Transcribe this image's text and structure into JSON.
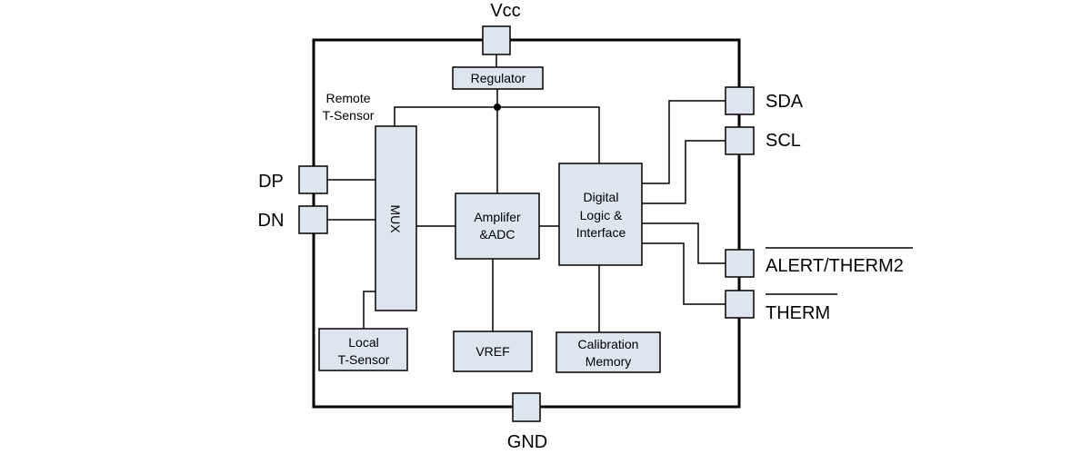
{
  "pins": {
    "vcc": "Vcc",
    "gnd": "GND",
    "dp": "DP",
    "dn": "DN",
    "sda": "SDA",
    "scl": "SCL",
    "alert": "ALERT/THERM2",
    "therm": "THERM"
  },
  "blocks": {
    "regulator": "Regulator",
    "mux": "MUX",
    "amp_line1": "Amplifer",
    "amp_line2": "&ADC",
    "digital_line1": "Digital",
    "digital_line2": "Logic &",
    "digital_line3": "Interface",
    "local_line1": "Local",
    "local_line2": "T-Sensor",
    "vref": "VREF",
    "cal_line1": "Calibration",
    "cal_line2": "Memory"
  },
  "labels": {
    "remote_line1": "Remote",
    "remote_line2": "T-Sensor"
  }
}
